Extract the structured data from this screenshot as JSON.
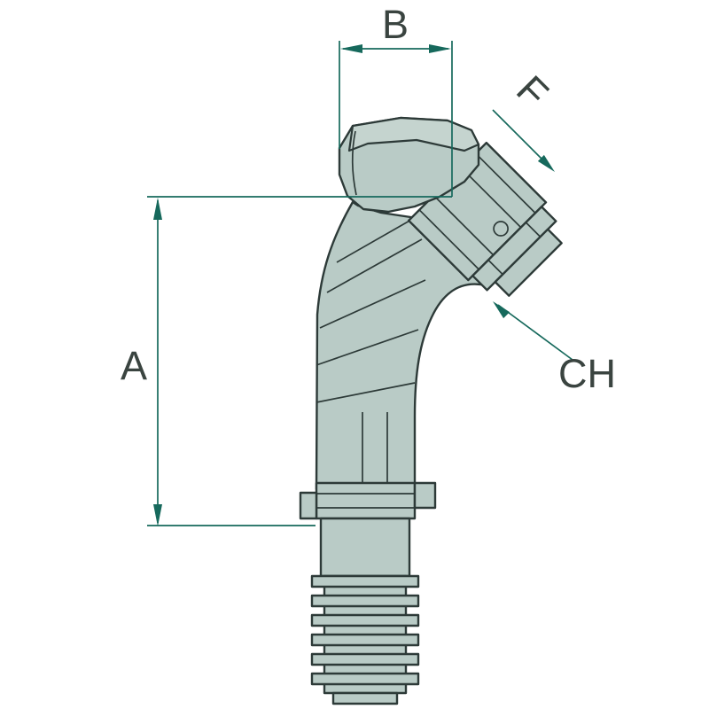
{
  "title": "hydraulic-fitting-technical-drawing",
  "drawing": {
    "type": "45-degree elbow hose fitting, dimensioned outline drawing"
  },
  "labels": {
    "height": "A",
    "width": "B",
    "thread": "F",
    "wrench": "CH"
  },
  "colors": {
    "dimension": "#16695c",
    "outline": "#2d3a38",
    "fill": "#b9cbc6",
    "fill_light": "#c5d4cf",
    "text": "#3a4440",
    "background": "#ffffff"
  }
}
